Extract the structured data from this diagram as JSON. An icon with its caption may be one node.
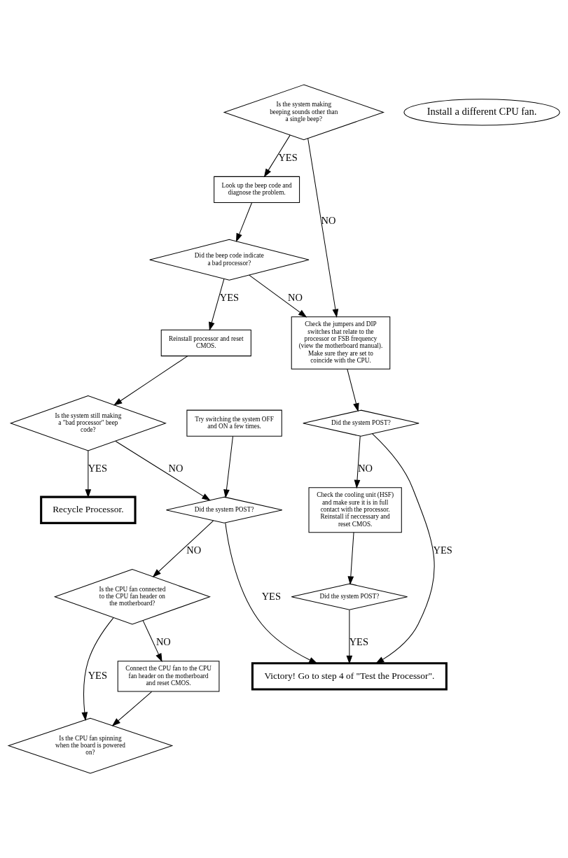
{
  "diagram": {
    "nodes": [
      {
        "text": [
          "Is the system making beeping sounds other than a single beep?"
        ]
      },
      {
        "text": [
          "Install a different CPU fan."
        ]
      },
      {
        "text": [
          "Look up the beep code and diagnose the problem."
        ]
      },
      {
        "text": [
          "Did the beep code indicate a bad processor?"
        ]
      },
      {
        "text": [
          "Reinstall processor and reset CMOS."
        ]
      },
      {
        "text": [
          "Check the jumpers and DIP switches that relate to the processor or FSB frequency (view the motherboard manual). Make sure they are set to coincide with the CPU."
        ]
      },
      {
        "text": [
          "Is the system still making a \"bad processor\" beep code?"
        ]
      },
      {
        "text": [
          "Try switching the system OFF and ON a few times."
        ]
      },
      {
        "text": [
          "Did the system POST?"
        ]
      },
      {
        "text": [
          "Recycle Processor."
        ]
      },
      {
        "text": [
          "Did the system POST?"
        ]
      },
      {
        "text": [
          "Check the cooling unit (HSF) and make sure it is in full contact with the processor. Reinstall if neccessary and reset CMOS."
        ]
      },
      {
        "text": [
          "Is the CPU fan connected to the CPU fan header on the motherboard?"
        ]
      },
      {
        "text": [
          "Did the system POST?"
        ]
      },
      {
        "text": [
          "Connect the CPU fan to the CPU fan header on the motherboard and reset CMOS."
        ]
      },
      {
        "text": [
          "Victory! Go to step 4 of \"Test the Processor\"."
        ]
      },
      {
        "text": [
          "Is the CPU fan spinning when the board is powered on?"
        ]
      }
    ],
    "edges": [
      {
        "from": 0,
        "to": 2,
        "arrow": "to",
        "label": "YES"
      },
      {
        "from": 0,
        "to": 5,
        "arrow": "to",
        "label": "NO"
      },
      {
        "from": 2,
        "to": 3,
        "arrow": "to"
      },
      {
        "from": 3,
        "to": 4,
        "arrow": "to",
        "label": "YES"
      },
      {
        "from": 3,
        "to": 5,
        "arrow": "to",
        "label": "NO"
      },
      {
        "from": 4,
        "to": 6,
        "arrow": "to"
      },
      {
        "from": 6,
        "to": 9,
        "arrow": "to",
        "label": "YES"
      },
      {
        "from": 6,
        "to": 10,
        "arrow": "to",
        "label": "NO"
      },
      {
        "from": 7,
        "to": 10,
        "arrow": "to"
      },
      {
        "from": 5,
        "to": 8,
        "arrow": "to"
      },
      {
        "from": 8,
        "to": 11,
        "arrow": "to",
        "label": "NO"
      },
      {
        "from": 8,
        "to": 15,
        "arrow": "to",
        "label": "YES"
      },
      {
        "from": 10,
        "to": 12,
        "arrow": "to",
        "label": "NO"
      },
      {
        "from": 10,
        "to": 15,
        "arrow": "to",
        "label": "YES"
      },
      {
        "from": 11,
        "to": 13,
        "arrow": "to"
      },
      {
        "from": 13,
        "to": 15,
        "arrow": "to",
        "label": "YES"
      },
      {
        "from": 12,
        "to": 14,
        "arrow": "to",
        "label": "NO"
      },
      {
        "from": 12,
        "to": 16,
        "arrow": "to",
        "label": "YES"
      },
      {
        "from": 14,
        "to": 16,
        "arrow": "to"
      }
    ]
  }
}
